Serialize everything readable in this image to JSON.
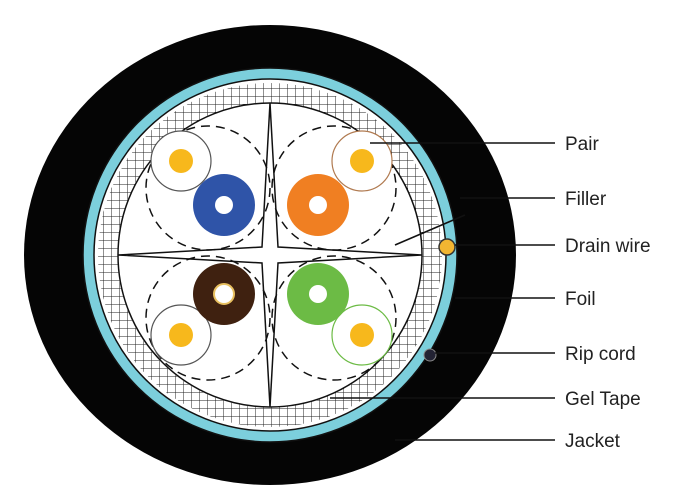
{
  "diagram": {
    "labels": {
      "pair": "Pair",
      "filler": "Filler",
      "drain_wire": "Drain wire",
      "foil": "Foil",
      "rip_cord": "Rip cord",
      "gel_tape": "Gel Tape",
      "jacket": "Jacket"
    },
    "colors": {
      "jacket": "#050505",
      "gel_tape": "#7ccfdc",
      "pair_blue": "#2f54a8",
      "pair_orange": "#f07f22",
      "pair_brown": "#3f2110",
      "pair_green": "#6cbb45",
      "conductor": "#f7b81c",
      "drain_wire": "#f2b632"
    }
  }
}
